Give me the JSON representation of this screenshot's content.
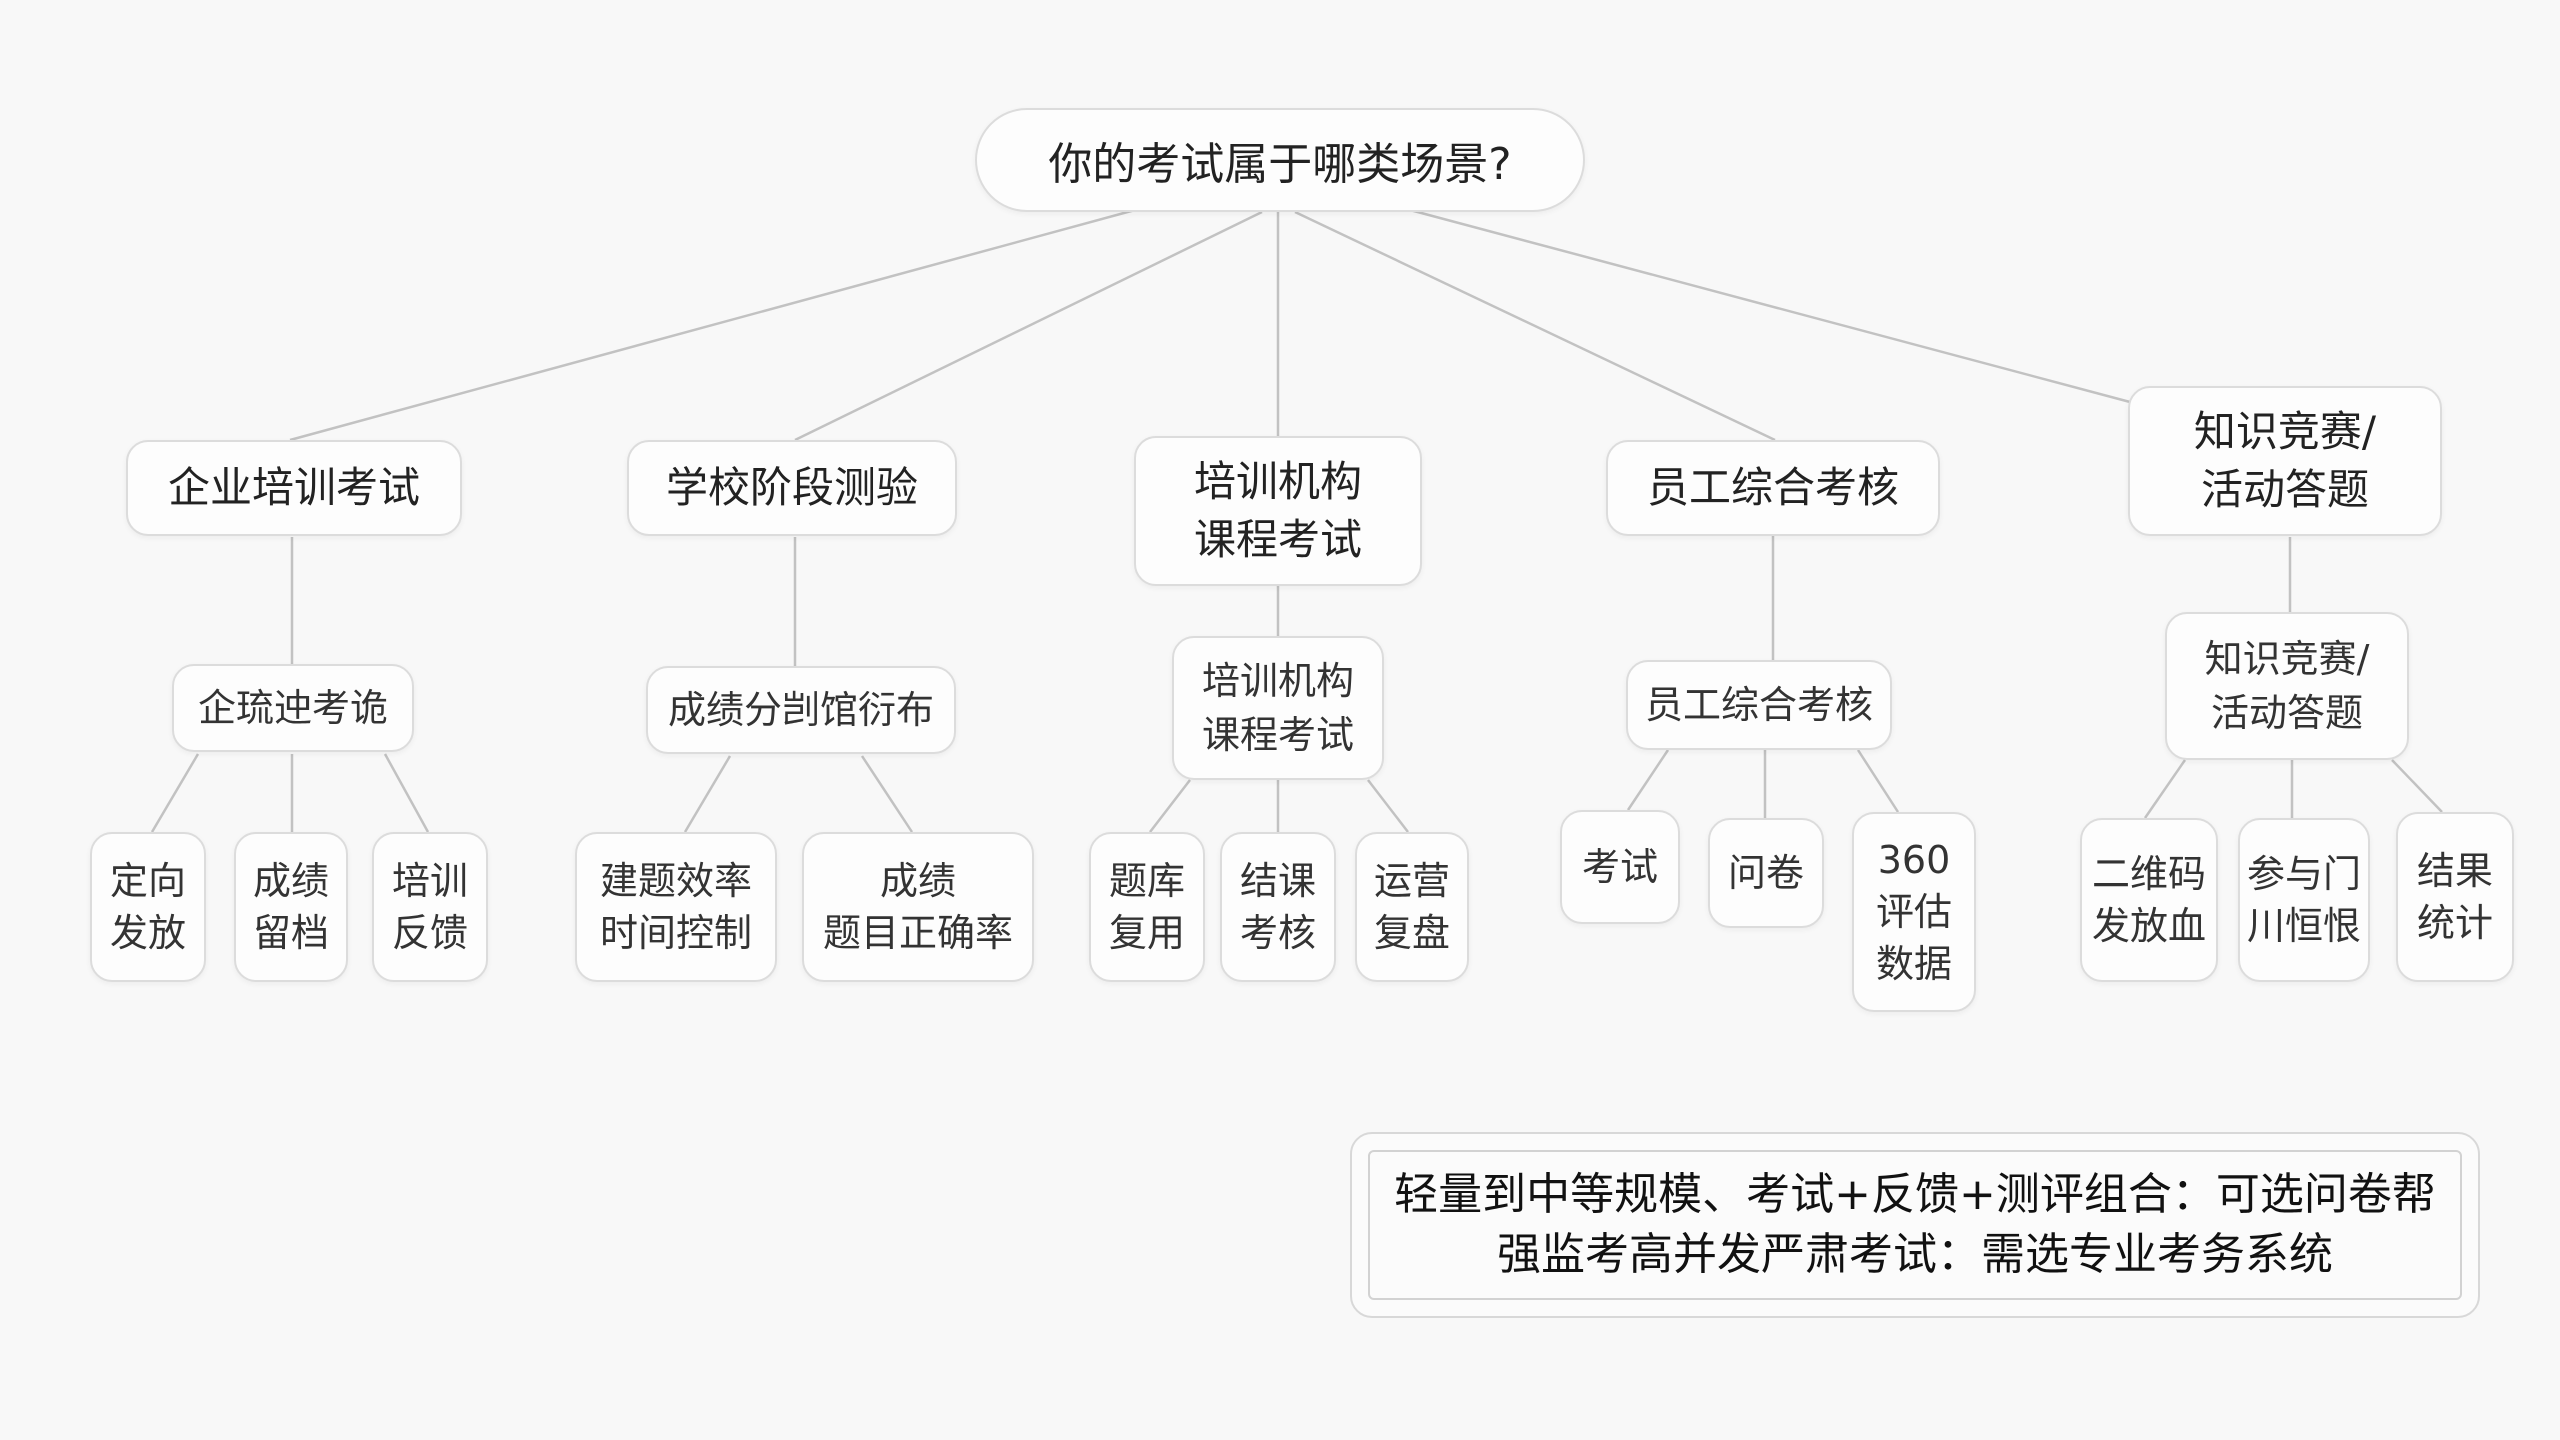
{
  "root": {
    "label": "你的考试属于哪类场景?"
  },
  "categories": [
    {
      "label": "企业培训考试"
    },
    {
      "label": "学校阶段测验"
    },
    {
      "label": "培训机构\n课程考试"
    },
    {
      "label": "员工综合考核"
    },
    {
      "label": "知识竞赛/\n活动答题"
    }
  ],
  "subs": [
    {
      "label": "企琉迚考诡"
    },
    {
      "label": "成绩分剀馆衍布"
    },
    {
      "label": "培训机构\n课程考试"
    },
    {
      "label": "员工综合考核"
    },
    {
      "label": "知识竞赛/\n活动答题"
    }
  ],
  "leaves": [
    {
      "label": "定向\n发放"
    },
    {
      "label": "成绩\n留档"
    },
    {
      "label": "培训\n反馈"
    },
    {
      "label": "建题效率\n时间控制"
    },
    {
      "label": "成绩\n题目正确率"
    },
    {
      "label": "题库\n复用"
    },
    {
      "label": "结课\n考核"
    },
    {
      "label": "运营\n复盘"
    },
    {
      "label": "考试"
    },
    {
      "label": "问卷"
    },
    {
      "label": "360\n评估\n数据"
    },
    {
      "label": "二维码\n发放血"
    },
    {
      "label": "参与门\n川恒恨"
    },
    {
      "label": "结果\n统计"
    }
  ],
  "note": {
    "line1": "轻量到中等规模、考试+反馈+测评组合：可选问卷帮",
    "line2": "强监考高并发严肃考试：需选专业考务系统"
  }
}
